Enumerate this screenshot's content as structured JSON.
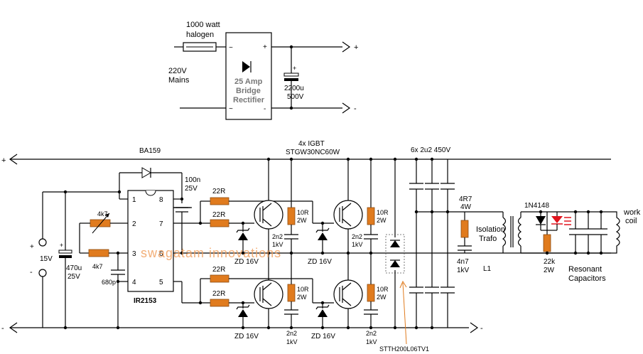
{
  "supply": {
    "label_halogen_1": "1000 watt",
    "label_halogen_2": "halogen",
    "label_mains_1": "220V",
    "label_mains_2": "Mains",
    "label_bridge_1": "25 Amp",
    "label_bridge_2": "Bridge",
    "label_bridge_3": "Rectifier",
    "label_cap_plus": "+",
    "label_cap_1": "2200u",
    "label_cap_2": "500V",
    "out_plus": "+",
    "out_minus": "-",
    "tilde": "~",
    "bridge_plus": "+",
    "bridge_minus": "-"
  },
  "driver": {
    "rail_plus": "+",
    "rail_minus": "-",
    "diode_label": "BA159",
    "ic_label": "IR2153",
    "pins": [
      "1",
      "2",
      "3",
      "4",
      "8",
      "7",
      "6",
      "5"
    ],
    "cap_100n_1": "100n",
    "cap_100n_2": "25V",
    "pot_label": "4k7",
    "res_4k7": "4k7",
    "cap_680p": "680p",
    "supply_plus": "+",
    "supply_minus": "-",
    "supply_v": "15V",
    "cap_470u_1": "470u",
    "cap_470u_2": "25V"
  },
  "bridge": {
    "igbt_1": "4x IGBT",
    "igbt_2": "STGW30NC60W",
    "r22": "22R",
    "zd": "ZD 16V",
    "r10_1": "10R",
    "r10_2": "2W",
    "c2n2_1": "2n2",
    "c2n2_2": "1kV",
    "diode_label": "STTH200L06TV1",
    "watermark": "swagatam innovations"
  },
  "output": {
    "caps_label": "6x 2u2 450V",
    "r4r7_1": "4R7",
    "r4r7_2": "4W",
    "c4n7_1": "4n7",
    "c4n7_2": "1kV",
    "trafo_1": "Isolation",
    "trafo_2": "Trafo",
    "l1": "L1",
    "d1n4148": "1N4148",
    "r22k_1": "22k",
    "r22k_2": "2W",
    "res_caps_1": "Resonant",
    "res_caps_2": "Capacitors",
    "work_1": "work",
    "work_2": "coil"
  }
}
